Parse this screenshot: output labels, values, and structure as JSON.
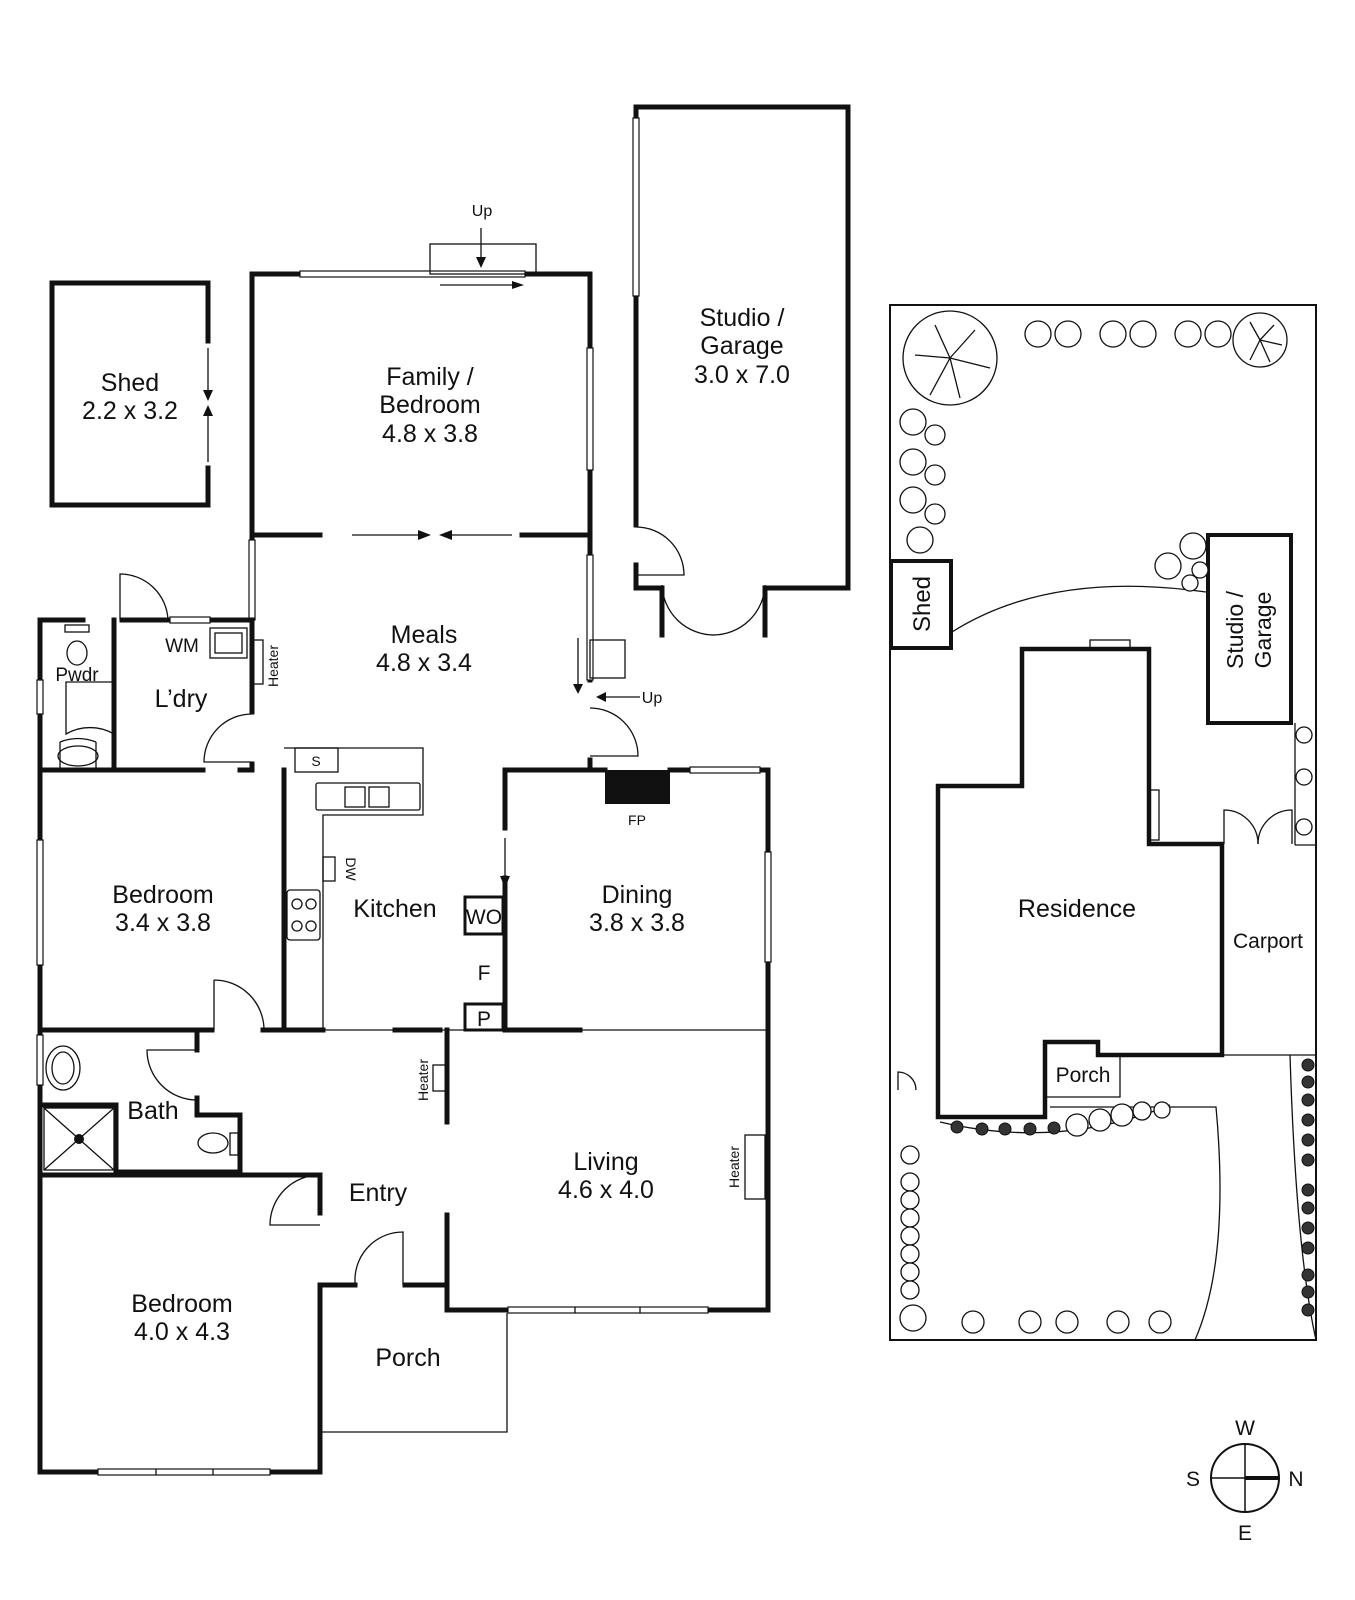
{
  "rooms": {
    "shed": {
      "name": "Shed",
      "dims": "2.2 x 3.2"
    },
    "family": {
      "name1": "Family /",
      "name2": "Bedroom",
      "dims": "4.8 x 3.8"
    },
    "studio": {
      "name1": "Studio /",
      "name2": "Garage",
      "dims": "3.0 x 7.0"
    },
    "meals": {
      "name": "Meals",
      "dims": "4.8 x 3.4"
    },
    "bedroom2": {
      "name": "Bedroom",
      "dims": "3.4 x 3.8"
    },
    "kitchen": {
      "name": "Kitchen"
    },
    "dining": {
      "name": "Dining",
      "dims": "3.8 x 3.8"
    },
    "laundry": {
      "name": "L’dry"
    },
    "powder": {
      "name": "Pwdr"
    },
    "bath": {
      "name": "Bath"
    },
    "entry": {
      "name": "Entry"
    },
    "living": {
      "name": "Living",
      "dims": "4.6 x 4.0"
    },
    "bedroom1": {
      "name": "Bedroom",
      "dims": "4.0 x 4.3"
    },
    "porch": {
      "name": "Porch"
    }
  },
  "fixtures": {
    "up_top": "Up",
    "up_side": "Up",
    "wm": "WM",
    "heater": "Heater",
    "sink": "S",
    "dw": "DW",
    "wo": "WO",
    "fridge": "F",
    "pantry": "P",
    "fp": "FP"
  },
  "site": {
    "shed": "Shed",
    "studio1": "Studio /",
    "studio2": "Garage",
    "residence": "Residence",
    "carport": "Carport",
    "porch": "Porch"
  },
  "compass": {
    "w": "W",
    "s": "S",
    "n": "N",
    "e": "E"
  }
}
